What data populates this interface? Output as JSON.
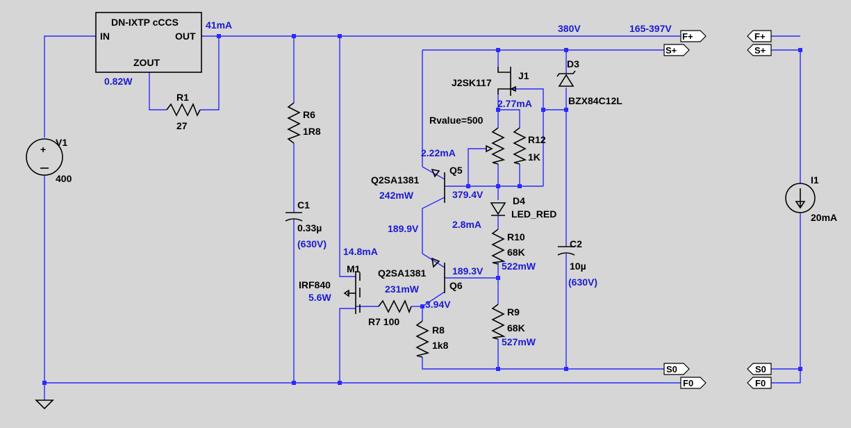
{
  "sources": {
    "v1": {
      "name": "V1",
      "value": "400"
    },
    "i1": {
      "name": "I1",
      "value": "20mA"
    }
  },
  "ccs_block": {
    "title": "DN-IXTP cCCS",
    "pin_in": "IN",
    "pin_out": "OUT",
    "pin_zout": "ZOUT"
  },
  "components": {
    "r1": {
      "name": "R1",
      "value": "27"
    },
    "r6": {
      "name": "R6",
      "value": "1R8"
    },
    "c1": {
      "name": "C1",
      "value": "0.33µ",
      "rating": "(630V)"
    },
    "m1": {
      "name": "M1",
      "part": "IRF840",
      "power": "5.6W"
    },
    "r7": {
      "name": "R7",
      "value": "100"
    },
    "r8": {
      "name": "R8",
      "value": "1k8"
    },
    "q5": {
      "name": "Q5",
      "part": "Q2SA1381",
      "power": "242mW"
    },
    "q6": {
      "name": "Q6",
      "part": "Q2SA1381",
      "power": "231mW"
    },
    "j1": {
      "name": "J1",
      "part": "J2SK117"
    },
    "pot": {
      "value": "Rvalue=500"
    },
    "r12": {
      "name": "R12",
      "value": "1K"
    },
    "d3": {
      "name": "D3",
      "part": "BZX84C12L"
    },
    "d4": {
      "name": "D4",
      "part": "LED_RED"
    },
    "r10": {
      "name": "R10",
      "value": "68K",
      "power": "522mW"
    },
    "r9": {
      "name": "R9",
      "value": "68K",
      "power": "527mW"
    },
    "c2": {
      "name": "C2",
      "value": "10µ",
      "rating": "(630V)"
    }
  },
  "annotations": {
    "i_out": "41mA",
    "p_ccs": "0.82W",
    "v_rail": "380V",
    "v_range": "165-397V",
    "i_j1": "2.77mA",
    "i_q5": "2.22mA",
    "v_q5e": "379.4V",
    "i_led": "2.8mA",
    "v_q6c": "189.9V",
    "i_m1": "14.8mA",
    "v_q6b": "189.3V",
    "v_gate": "3.94V"
  },
  "ports": {
    "f_plus": "F+",
    "s_plus": "S+",
    "s_zero": "S0",
    "f_zero": "F0"
  },
  "colors": {
    "wire": "#2a2aff",
    "annotation": "#1a1ad0",
    "background": "#d6d6d6"
  }
}
